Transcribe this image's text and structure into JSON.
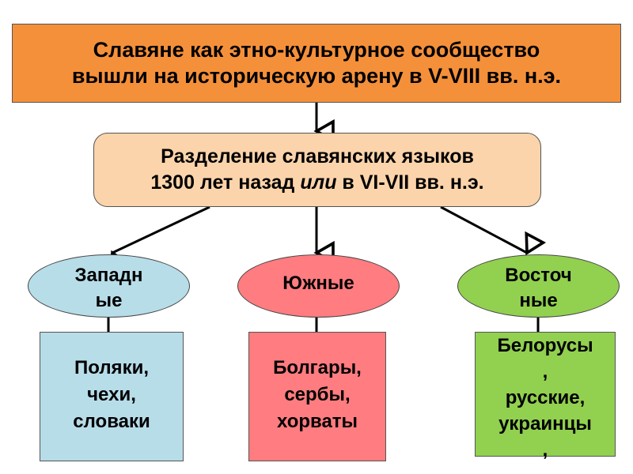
{
  "top": {
    "line1": "Славяне как этно-культурное сообщество",
    "line2": "вышли  на историческую арену в V-VIII вв. н.э."
  },
  "middle": {
    "line1": "Разделение славянских языков",
    "line2_a": "1300 лет назад ",
    "line2_em": "или",
    "line2_b": " в VI-VII вв. н.э."
  },
  "groups": {
    "west": {
      "line1": "Западн",
      "line2": "ые"
    },
    "south": {
      "line1": "Южные"
    },
    "east": {
      "line1": "Восточ",
      "line2": "ные"
    }
  },
  "peoples": {
    "west": [
      "Поляки,",
      "чехи,",
      "словаки"
    ],
    "south": [
      "Болгары,",
      "сербы,",
      "хорваты"
    ],
    "east": [
      "Белорусы",
      ",",
      "русские,",
      "украинцы",
      ","
    ]
  },
  "colors": {
    "top": "#f5903a",
    "middle": "#fcd4ab",
    "west": "#b7dde8",
    "south": "#ff7c80",
    "east": "#92d050"
  }
}
